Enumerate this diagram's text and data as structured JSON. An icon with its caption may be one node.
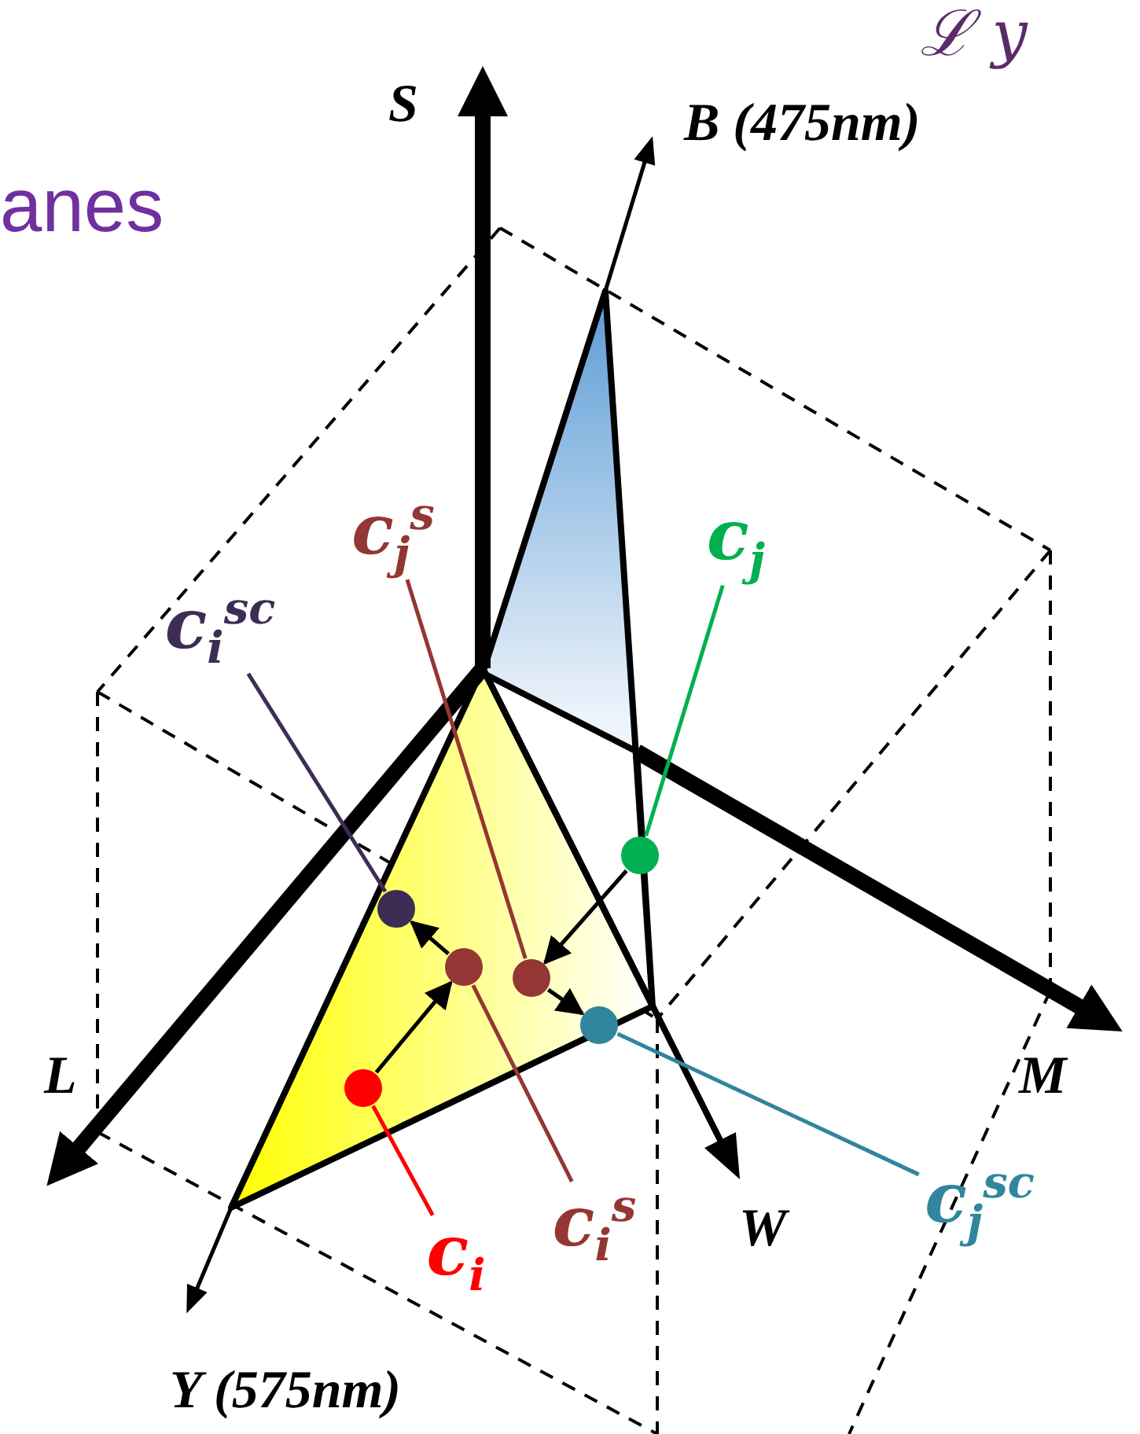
{
  "diagram": {
    "nodes": [
      {
        "text": [
          "c$_{j}$$^{s}$"
        ]
      },
      {
        "text": [
          "c$_{j}$"
        ]
      },
      {
        "text": [
          "c$_{i}$$^{sc}$"
        ]
      },
      {
        "text": [],
        "shape": "circle"
      },
      {
        "text": [],
        "shape": "circle"
      },
      {
        "text": [],
        "shape": "circle"
      },
      {
        "text": [],
        "shape": "circle"
      },
      {
        "text": [],
        "shape": "circle"
      },
      {
        "text": [],
        "shape": "circle"
      },
      {
        "text": [
          "c$_{i}$$^{s}$"
        ]
      },
      {
        "text": [
          "c$_{j}$$^{sc}$"
        ]
      },
      {
        "text": [
          "c$_{i}$"
        ]
      }
    ],
    "edges": [
      {
        "from": 0,
        "to": 5,
        "arrow": "none",
        "color": "#943634"
      },
      {
        "from": 1,
        "to": 6,
        "arrow": "none",
        "color": "#00b050"
      },
      {
        "from": 2,
        "to": 3,
        "arrow": "none",
        "color": "#3d2d55"
      },
      {
        "from": 9,
        "to": 4,
        "arrow": "none",
        "color": "#943634"
      },
      {
        "from": 10,
        "to": 7,
        "arrow": "none",
        "color": "#31859c"
      },
      {
        "from": 11,
        "to": 8,
        "arrow": "none",
        "color": "#ff0000"
      },
      {
        "from": 8,
        "to": 4,
        "arrow": "to"
      },
      {
        "from": 4,
        "to": 3,
        "arrow": "to"
      },
      {
        "from": 6,
        "to": 5,
        "arrow": "to"
      },
      {
        "from": 5,
        "to": 7,
        "arrow": "to"
      }
    ],
    "labels": [
      "ℒ y",
      "S",
      "B (475nm)",
      "anes",
      "L",
      "M",
      "W",
      "Y (575nm)"
    ]
  }
}
